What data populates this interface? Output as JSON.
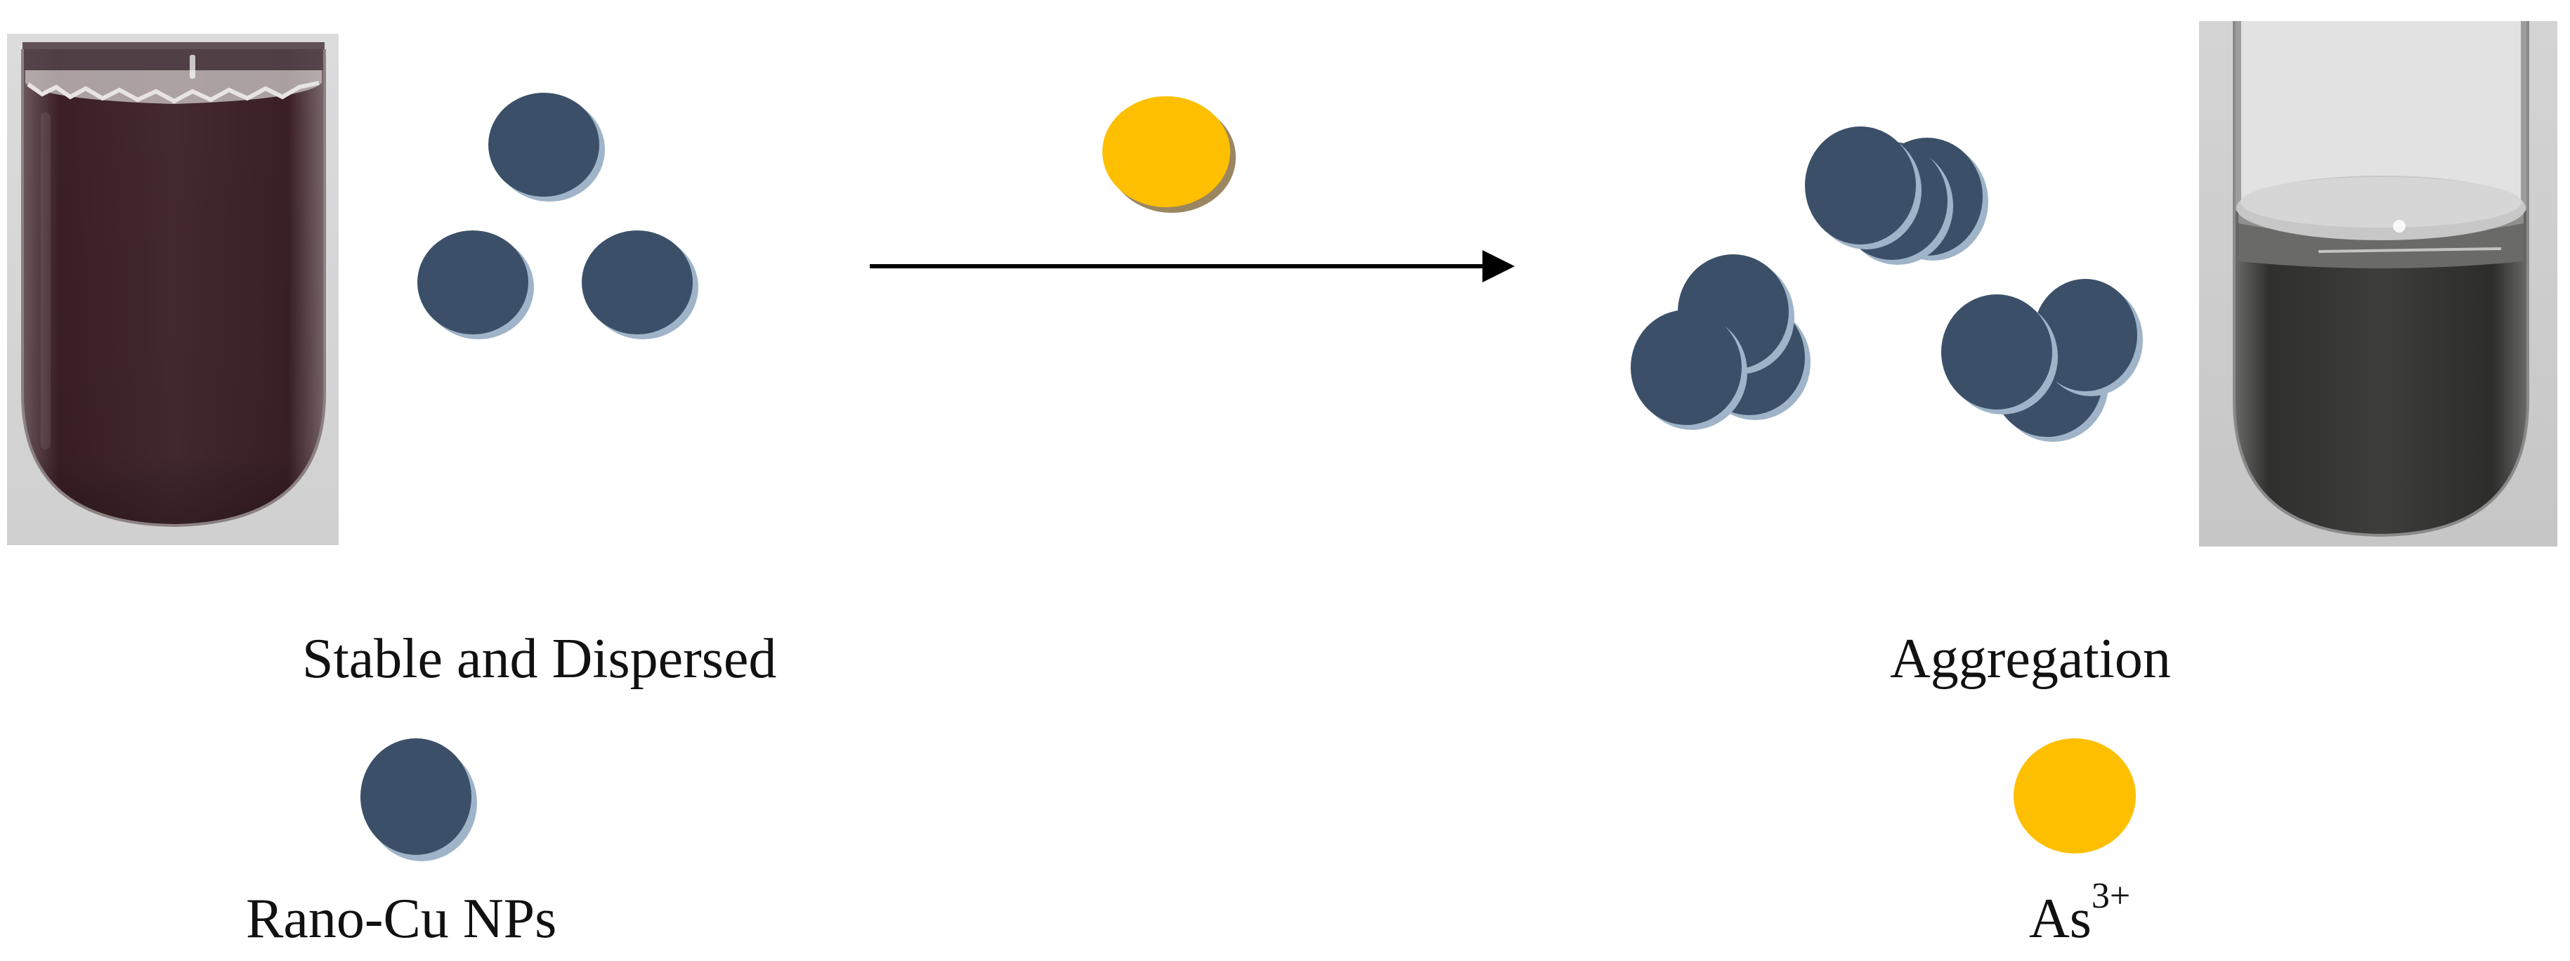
{
  "labels": {
    "dispersed_state": "Stable and Dispersed",
    "aggregated_state": "Aggregation",
    "legend_nanoparticle": "Rano-Cu NPs",
    "legend_ion_base": "As",
    "legend_ion_charge": "3+"
  },
  "colors": {
    "nanoparticle": "#3b5068",
    "nanoparticle_shadow": "#9fb4c8",
    "arsenic_ion": "#fdbf00",
    "arsenic_ion_shadow": "#9a8660",
    "arrow": "#000000",
    "caption_text": "#111111",
    "tube_stable_liquid": "#3e2429",
    "tube_aggregated_liquid": "#3a3b39"
  },
  "icons": {
    "nanoparticle": "nanoparticle-circle",
    "ion": "arsenic-ion-circle",
    "tube_before": "test-tube-photo",
    "tube_after": "test-tube-photo",
    "reaction_arrow": "right-arrow"
  }
}
